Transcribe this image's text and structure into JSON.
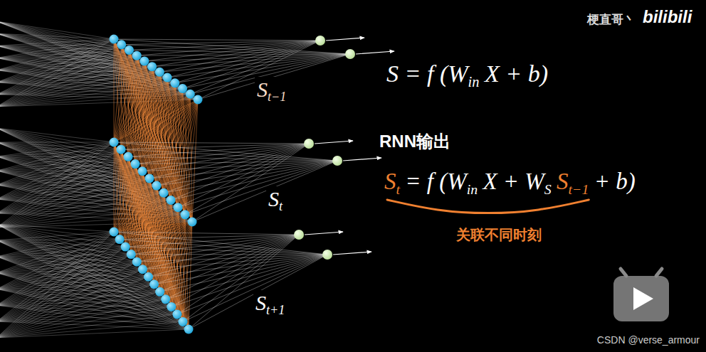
{
  "diagram": {
    "labels": [
      "梗直哥丶",
      "bilibili",
      "S = f (W",
      "in",
      "X + b)",
      "RNN输出",
      "S",
      "t",
      "= f (W",
      "in",
      "X + W",
      "S",
      "S",
      "t−1",
      "+ b)",
      "关联不同时刻",
      "S",
      "t−1",
      "S",
      "t",
      "S",
      "t+1",
      "CSDN @verse_armour"
    ]
  }
}
